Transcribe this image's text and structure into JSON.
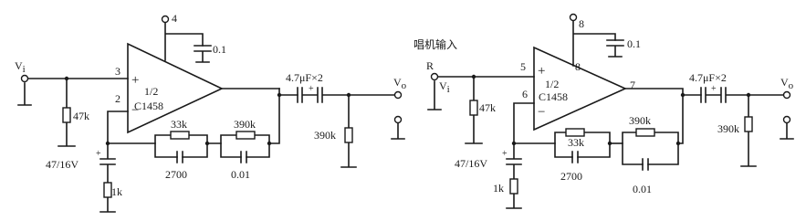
{
  "left": {
    "supply_pin": "4",
    "supply_cap": "0.1",
    "input": "V",
    "input_sub": "i",
    "pin_plus": "3",
    "pin_minus": "2",
    "plus_sign": "+",
    "minus_sign": "−",
    "op_frac": "1/2",
    "op_name": "C1458",
    "r_in": "47k",
    "c_fb_bot": "47/16V",
    "r_bot": "1k",
    "r_fb1": "33k",
    "c_fb1": "2700",
    "r_fb2": "390k",
    "c_fb2": "0.01",
    "c_out": "4.7μF×2",
    "r_out": "390k",
    "output": "V",
    "output_sub": "o"
  },
  "right": {
    "title": "唱机输入",
    "r_label": "R",
    "supply_pin": "8",
    "supply_cap": "0.1",
    "input": "V",
    "input_sub": "i",
    "pin_plus": "5",
    "pin_minus": "6",
    "pin_supply2": "8",
    "pin_out": "7",
    "plus_sign": "+",
    "minus_sign": "−",
    "op_frac": "1/2",
    "op_name": "C1458",
    "r_in": "47k",
    "c_fb_bot": "47/16V",
    "r_bot": "1k",
    "r_fb1": "33k",
    "c_fb1": "2700",
    "r_fb2": "390k",
    "c_fb2": "0.01",
    "c_out": "4.7μF×2",
    "r_out": "390k",
    "output": "V",
    "output_sub": "o"
  }
}
